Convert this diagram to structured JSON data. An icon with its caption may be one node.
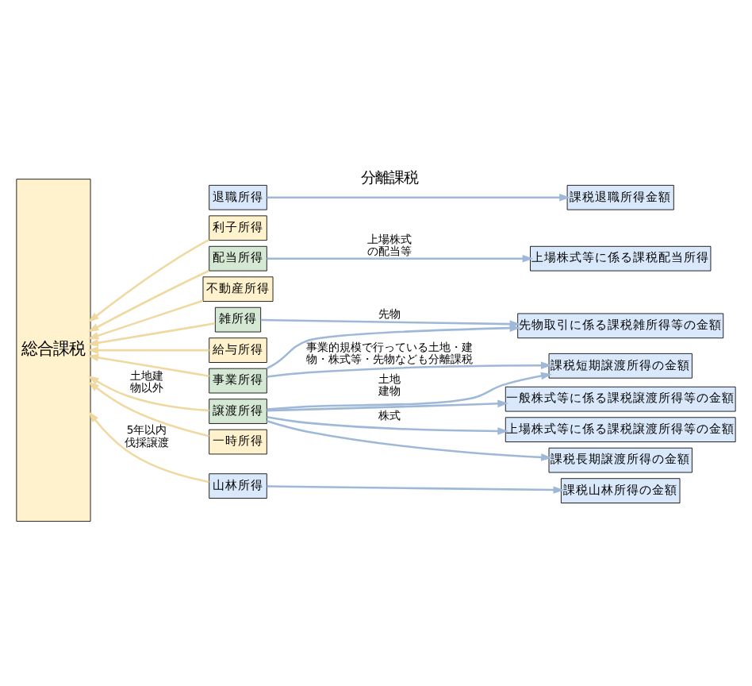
{
  "diagram": {
    "nodes": [
      {
        "text": [
          "総合課税"
        ]
      },
      {
        "text": [
          "利子所得"
        ]
      },
      {
        "text": [
          "配当所得"
        ]
      },
      {
        "text": [
          "不動産所得"
        ]
      },
      {
        "text": [
          "事業所得"
        ]
      },
      {
        "text": [
          "給与所得"
        ]
      },
      {
        "text": [
          "退職所得"
        ]
      },
      {
        "text": [
          "譲渡所得"
        ]
      },
      {
        "text": [
          "山林所得"
        ]
      },
      {
        "text": [
          "一時所得"
        ]
      },
      {
        "text": [
          "雑所得"
        ]
      },
      {
        "text": [
          "上場株式等に係る課税配当所得"
        ]
      },
      {
        "text": [
          "課税退職所得金額"
        ]
      },
      {
        "text": [
          "課税短期譲渡所得の金額"
        ]
      },
      {
        "text": [
          "課税長期譲渡所得の金額"
        ]
      },
      {
        "text": [
          "一般株式等に係る課税譲渡所得等の金額"
        ]
      },
      {
        "text": [
          "上場株式等に係る課税譲渡所得等の金額"
        ]
      },
      {
        "text": [
          "課税山林所得の金額"
        ]
      },
      {
        "text": [
          "先物取引に係る課税雑所得等の金額"
        ]
      }
    ],
    "edges": [
      {
        "from": 1,
        "to": 0,
        "arrow": "to",
        "color": "#f0d9a0"
      },
      {
        "from": 2,
        "to": 0,
        "arrow": "to",
        "color": "#f0d9a0"
      },
      {
        "from": 3,
        "to": 0,
        "arrow": "to",
        "color": "#f0d9a0"
      },
      {
        "from": 4,
        "to": 0,
        "arrow": "to",
        "color": "#f0d9a0"
      },
      {
        "from": 5,
        "to": 0,
        "arrow": "to",
        "color": "#f0d9a0"
      },
      {
        "from": 7,
        "to": 0,
        "arrow": "to",
        "label": "土地建物以外",
        "color": "#f0d9a0"
      },
      {
        "from": 8,
        "to": 0,
        "arrow": "to",
        "label": "5年以内伐採譲渡",
        "color": "#f0d9a0"
      },
      {
        "from": 9,
        "to": 0,
        "arrow": "to",
        "color": "#f0d9a0"
      },
      {
        "from": 10,
        "to": 0,
        "arrow": "to",
        "color": "#f0d9a0"
      },
      {
        "from": 2,
        "to": 11,
        "arrow": "to",
        "label": "上場株式の配当等"
      },
      {
        "from": 4,
        "to": 13,
        "arrow": "to",
        "label": "事業的規模で行っている土地・建物・株式等・先物なども分離課税"
      },
      {
        "from": 4,
        "to": 18,
        "arrow": "to"
      },
      {
        "from": 6,
        "to": 12,
        "arrow": "to"
      },
      {
        "from": 7,
        "to": 13,
        "arrow": "to",
        "label": "土地建物"
      },
      {
        "from": 7,
        "to": 14,
        "arrow": "to"
      },
      {
        "from": 7,
        "to": 15,
        "arrow": "to"
      },
      {
        "from": 7,
        "to": 16,
        "arrow": "to",
        "label": "株式"
      },
      {
        "from": 8,
        "to": 17,
        "arrow": "to"
      },
      {
        "from": 10,
        "to": 18,
        "arrow": "to",
        "label": "先物"
      }
    ],
    "labels": [
      "分離課税"
    ]
  }
}
